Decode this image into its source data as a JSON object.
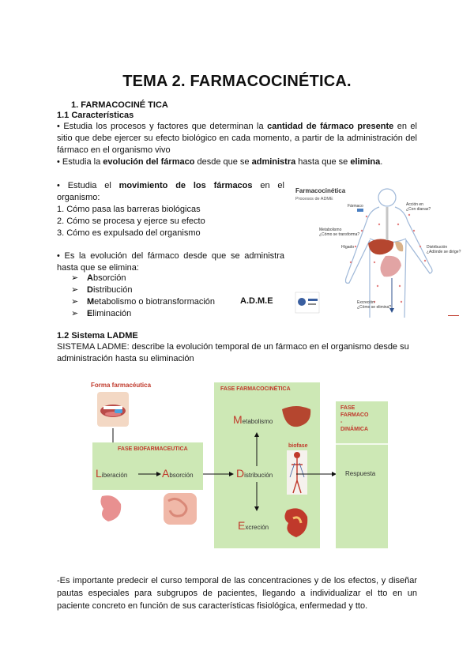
{
  "title": "TEMA 2. FARMACOCINÉTICA.",
  "section1": {
    "heading": "1.   FARMACOCINÉ TICA",
    "sub1": "1.1 Características",
    "bullet1_a": "• Estudia los procesos y factores que determinan la ",
    "bullet1_b": "cantidad de fármaco presente",
    "bullet1_c": " en el sitio que debe ejercer su efecto biológico en cada momento, a partir de la administración del fármaco en el organismo vivo",
    "bullet2_a": "• Estudia la ",
    "bullet2_b": "evolución del fármaco",
    "bullet2_c": " desde que se ",
    "bullet2_d": "administra",
    "bullet2_e": " hasta que se ",
    "bullet2_f": "elimina",
    "bullet2_g": ".",
    "bullet3_a": "• Estudia el ",
    "bullet3_b": "movimiento de los fármacos",
    "bullet3_c": " en el organismo:",
    "list": [
      "1. Cómo pasa las barreras biológicas",
      "2. Cómo se procesa y ejerce su efecto",
      "3. Cómo es expulsado del organismo"
    ],
    "bullet4": "• Es la evolución del fármaco desde que se administra hasta que se elimina:",
    "adme_items": [
      {
        "letter": "A",
        "rest": "bsorción"
      },
      {
        "letter": "D",
        "rest": "istribución"
      },
      {
        "letter": "M",
        "rest": "etabolismo o biotransformación"
      },
      {
        "letter": "E",
        "rest": "liminación"
      }
    ],
    "adme_label": "A.D.M.E"
  },
  "body_figure": {
    "title": "Farmacocinética",
    "subtitle": "Procesos de ADME",
    "labels": {
      "farmaco": "Fármaco",
      "accion": "Acción en\n¿Con dianas?",
      "metabolismo": "Metabolismo\n¿Cómo se transforma?",
      "higado": "Hígado",
      "distribucion": "Distribución\n¿Adónde se dirige?",
      "excrecion": "Excreción\n¿Cómo se elimina?"
    }
  },
  "section2": {
    "sub": "1.2 Sistema LADME",
    "desc": "SISTEMA LADME: describe la evolución temporal de un fármaco en el organismo desde su administración hasta su eliminación"
  },
  "ladme_diagram": {
    "forma": "Forma farmacéutica",
    "fase_bio": "FASE BIOFARMACEUTICA",
    "fase_cin": "FASE FARMACOCINÉTICA",
    "fase_din": "FASE\nFARMACO\n-\nDINÁMICA",
    "liberacion_l": "L",
    "liberacion": "iberación",
    "absorcion_l": "A",
    "absorcion": "bsorción",
    "distribucion_l": "D",
    "distribucion": "istribución",
    "metabolismo_l": "M",
    "metabolismo": "etabolismo",
    "excrecion_l": "E",
    "excrecion": "xcreción",
    "biofase": "biofase",
    "respuesta": "Respuesta",
    "colors": {
      "green": "#cde8b5",
      "red": "#c0392b",
      "orange": "#e67e22"
    }
  },
  "closing": "-Es importante predecir el curso temporal de las concentraciones y de los efectos, y diseñar pautas especiales para subgrupos de pacientes, llegando a individualizar el tto en un paciente concreto en función de sus características fisiológica, enfermedad y tto."
}
